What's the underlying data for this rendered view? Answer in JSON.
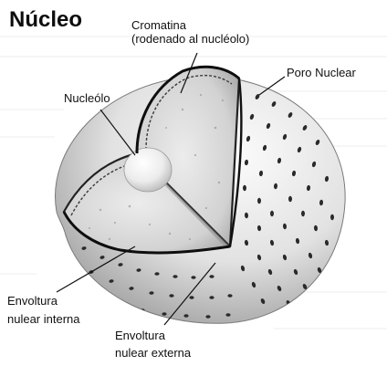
{
  "title": "Núcleo",
  "labels": {
    "cromatina_line1": "Cromatina",
    "cromatina_line2": "(rodenado al nucléolo)",
    "poro_nuclear": "Poro Nuclear",
    "nucleolo": "Nucleólo",
    "envoltura_interna_line1": "Envoltura",
    "envoltura_interna_line2": "nulear interna",
    "envoltura_externa_line1": "Envoltura",
    "envoltura_externa_line2": "nulear externa"
  },
  "colors": {
    "background": "#ffffff",
    "sphere": "#e4e4e4",
    "pores": "#2a2a2a",
    "cut_face": "#cfcfcf",
    "envelope_edge": "#111111",
    "nucleolus": "#f2f2f2"
  }
}
